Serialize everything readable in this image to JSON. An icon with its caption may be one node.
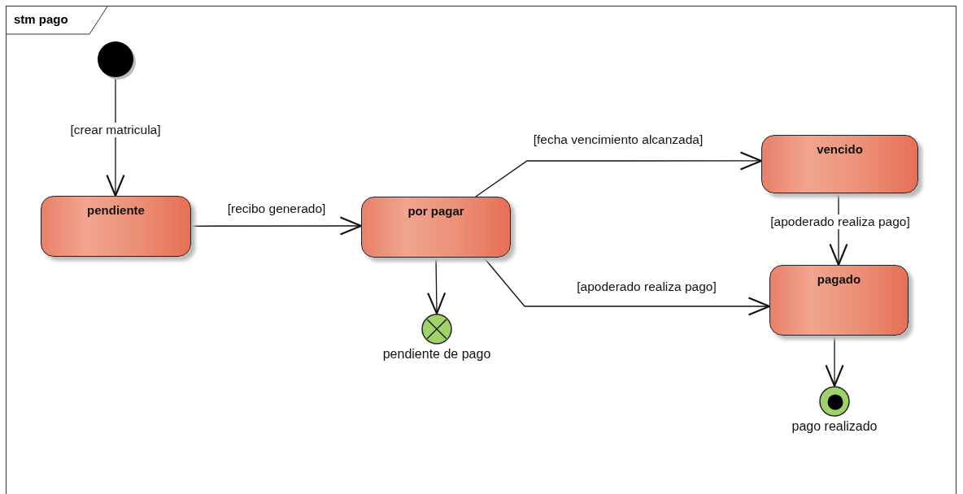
{
  "diagram": {
    "title": "stm pago",
    "nodes": [
      {
        "text": [],
        "shape": "circle"
      },
      {
        "text": [
          "pendiente"
        ]
      },
      {
        "text": [
          "por pagar"
        ]
      },
      {
        "text": [
          "vencido"
        ]
      },
      {
        "text": [
          "pagado"
        ]
      },
      {
        "text": [],
        "shape": "circle",
        "beside": [
          "pendiente de pago"
        ]
      },
      {
        "text": [],
        "shape": "circle",
        "beside": [
          "pago realizado"
        ]
      }
    ],
    "edges": [
      {
        "from": 0,
        "to": 1,
        "arrow": "to",
        "label": "[crear matricula]"
      },
      {
        "from": 1,
        "to": 2,
        "arrow": "to",
        "label": "[recibo generado]"
      },
      {
        "from": 2,
        "to": 3,
        "arrow": "to",
        "label": "[fecha vencimiento alcanzada]"
      },
      {
        "from": 3,
        "to": 4,
        "arrow": "to",
        "label": "[apoderado realiza pago]"
      },
      {
        "from": 2,
        "to": 4,
        "arrow": "to",
        "label": "[apoderado realiza pago]"
      },
      {
        "from": 2,
        "to": 5,
        "arrow": "to"
      },
      {
        "from": 4,
        "to": 6,
        "arrow": "to"
      }
    ]
  }
}
